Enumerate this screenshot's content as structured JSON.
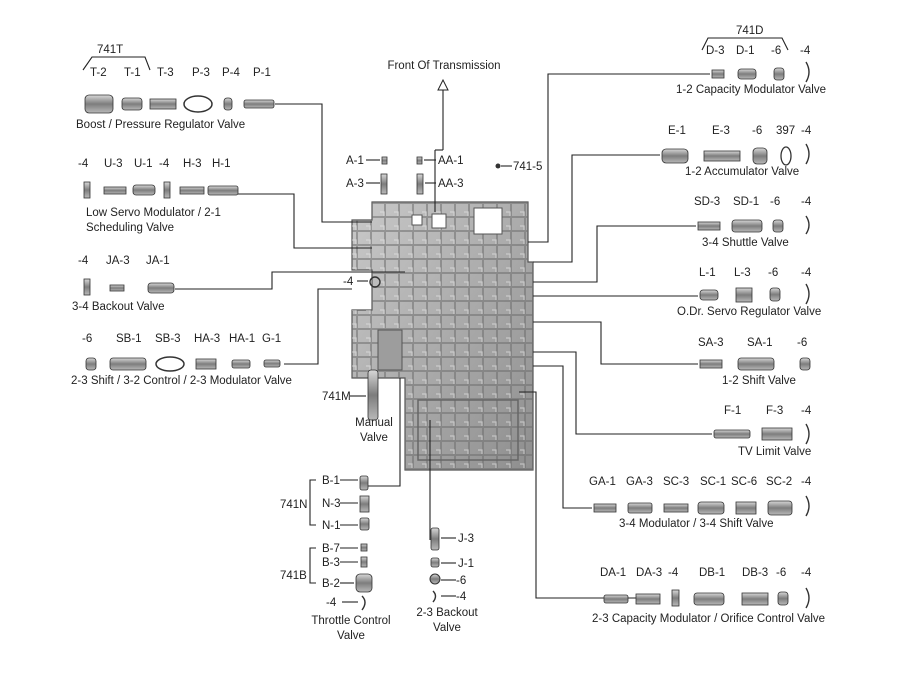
{
  "front_label": "Front Of Transmission",
  "center_labels": {
    "a1": "A-1",
    "a3": "A-3",
    "aa1": "AA-1",
    "aa3": "AA-3",
    "p741_5": "741-5",
    "m4": "-4",
    "p741m": "741M",
    "manual1": "Manual",
    "manual2": "Valve"
  },
  "groups": {
    "boost": {
      "bracket": "741T",
      "parts": [
        "T-2",
        "T-1",
        "T-3",
        "P-3",
        "P-4",
        "P-1"
      ],
      "title": "Boost / Pressure Regulator Valve"
    },
    "low_servo": {
      "parts": [
        "-4",
        "U-3",
        "U-1",
        "-4",
        "H-3",
        "H-1"
      ],
      "title1": "Low Servo Modulator / 2-1",
      "title2": "Scheduling Valve"
    },
    "backout34": {
      "parts": [
        "-4",
        "JA-3",
        "JA-1"
      ],
      "title": "3-4 Backout Valve"
    },
    "shift23": {
      "parts": [
        "-6",
        "SB-1",
        "SB-3",
        "HA-3",
        "HA-1",
        "G-1"
      ],
      "title": "2-3 Shift / 3-2 Control / 2-3 Modulator Valve"
    },
    "capmod12": {
      "bracket": "741D",
      "parts": [
        "D-3",
        "D-1",
        "-6",
        "-4"
      ],
      "title": "1-2 Capacity Modulator Valve"
    },
    "accum12": {
      "parts": [
        "E-1",
        "E-3",
        "-6",
        "397",
        "-4"
      ],
      "title": "1-2 Accumulator Valve"
    },
    "shuttle34": {
      "parts": [
        "SD-3",
        "SD-1",
        "-6",
        "-4"
      ],
      "title": "3-4 Shuttle Valve"
    },
    "odr": {
      "parts": [
        "L-1",
        "L-3",
        "-6",
        "-4"
      ],
      "title": "O.Dr. Servo Regulator Valve"
    },
    "shift12": {
      "parts": [
        "SA-3",
        "SA-1",
        "-6"
      ],
      "title": "1-2 Shift Valve"
    },
    "tvlimit": {
      "parts": [
        "F-1",
        "F-3",
        "-4"
      ],
      "title": "TV Limit Valve"
    },
    "mod34": {
      "parts": [
        "GA-1",
        "GA-3",
        "SC-3",
        "SC-1",
        "SC-6",
        "SC-2",
        "-4"
      ],
      "title": "3-4 Modulator / 3-4 Shift Valve"
    },
    "capmod23": {
      "parts": [
        "DA-1",
        "DA-3",
        "-4",
        "DB-1",
        "DB-3",
        "-6",
        "-4"
      ],
      "title": "2-3 Capacity Modulator / Orifice Control Valve"
    },
    "throttle": {
      "group_n": "741N",
      "n_parts": [
        "B-1",
        "N-3",
        "N-1"
      ],
      "group_b": "741B",
      "b_parts": [
        "B-7",
        "B-3",
        "B-2"
      ],
      "m4": "-4",
      "title1": "Throttle Control",
      "title2": "Valve"
    },
    "backout23": {
      "parts": [
        "J-3",
        "J-1",
        "-6",
        "-4"
      ],
      "title1": "2-3 Backout",
      "title2": "Valve"
    }
  },
  "colors": {
    "line": "#222222",
    "metal": "#9a9a9a",
    "metal_dark": "#5a5a5a",
    "body": "#b0b0b0"
  }
}
